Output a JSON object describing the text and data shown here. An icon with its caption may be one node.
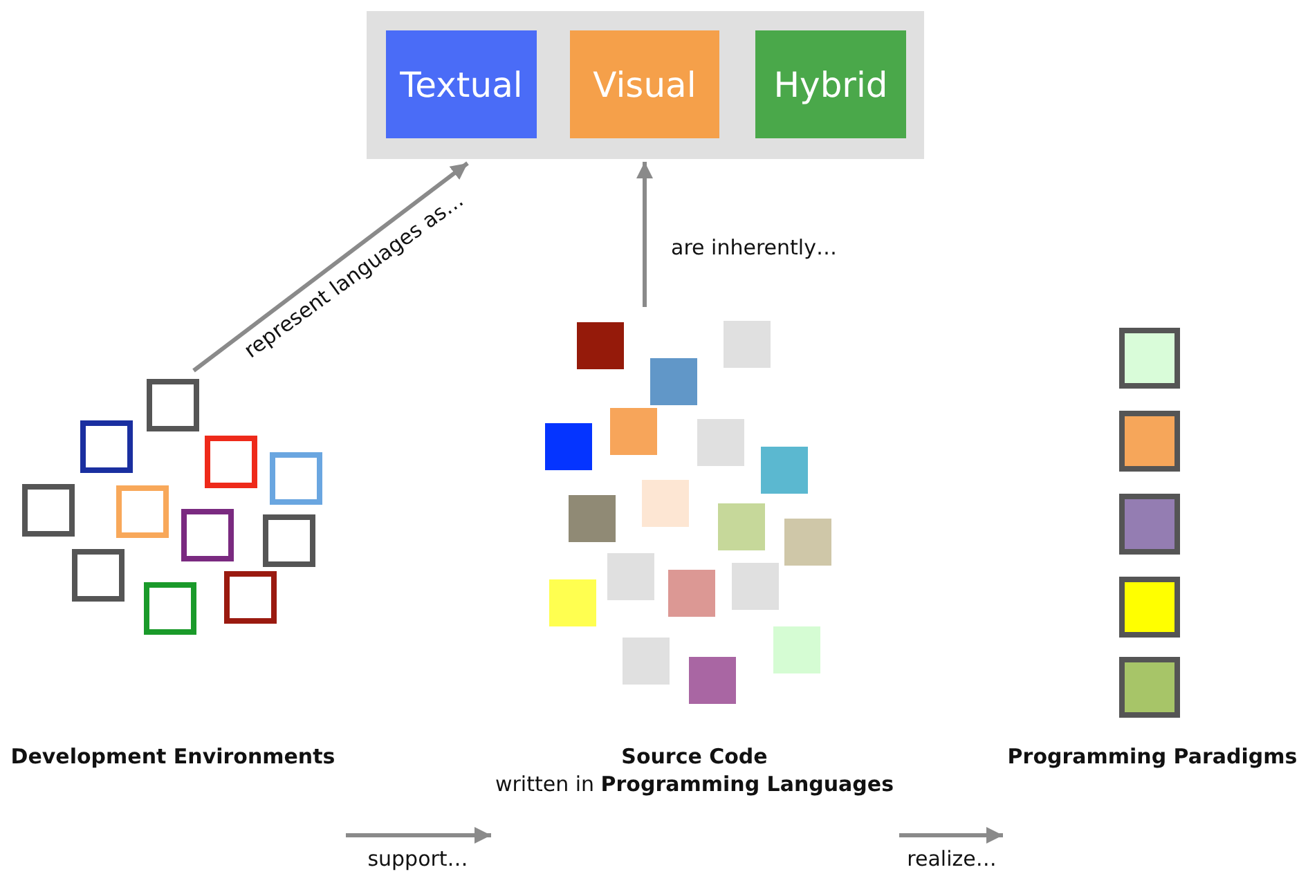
{
  "diagram": {
    "nodes": [
      {
        "text": [],
        "shape": "box"
      },
      {
        "text": [
          "Textual"
        ],
        "in": 0
      },
      {
        "text": [
          "Visual"
        ],
        "in": 0
      },
      {
        "text": [
          "Hybrid"
        ],
        "in": 0
      },
      {
        "text": [
          "Development Environments"
        ]
      },
      {
        "text": [
          "Source Code",
          "written in **Programming Languages**"
        ]
      },
      {
        "text": [
          "Programming Paradigms"
        ]
      },
      {
        "text": [],
        "shape": "box",
        "in": 4
      },
      {
        "text": [],
        "shape": "box",
        "in": 4
      },
      {
        "text": [],
        "shape": "box",
        "in": 4
      },
      {
        "text": [],
        "shape": "box",
        "in": 4
      },
      {
        "text": [],
        "shape": "box",
        "in": 4
      },
      {
        "text": [],
        "shape": "box",
        "in": 4
      },
      {
        "text": [],
        "shape": "box",
        "in": 4
      },
      {
        "text": [],
        "shape": "box",
        "in": 4
      },
      {
        "text": [],
        "shape": "box",
        "in": 4
      },
      {
        "text": [],
        "shape": "box",
        "in": 4
      },
      {
        "text": [],
        "shape": "box",
        "in": 4
      },
      {
        "text": [],
        "shape": "box",
        "in": 5
      },
      {
        "text": [],
        "shape": "box",
        "in": 5
      },
      {
        "text": [],
        "shape": "box",
        "in": 5
      },
      {
        "text": [],
        "shape": "box",
        "in": 5
      },
      {
        "text": [],
        "shape": "box",
        "in": 5
      },
      {
        "text": [],
        "shape": "box",
        "in": 5
      },
      {
        "text": [],
        "shape": "box",
        "in": 5
      },
      {
        "text": [],
        "shape": "box",
        "in": 5
      },
      {
        "text": [],
        "shape": "box",
        "in": 5
      },
      {
        "text": [],
        "shape": "box",
        "in": 5
      },
      {
        "text": [],
        "shape": "box",
        "in": 5
      },
      {
        "text": [],
        "shape": "box",
        "in": 5
      },
      {
        "text": [],
        "shape": "box",
        "in": 5
      },
      {
        "text": [],
        "shape": "box",
        "in": 5
      },
      {
        "text": [],
        "shape": "box",
        "in": 5
      },
      {
        "text": [],
        "shape": "box",
        "in": 5
      },
      {
        "text": [],
        "shape": "box",
        "in": 5
      },
      {
        "text": [],
        "shape": "box",
        "in": 5
      },
      {
        "text": [],
        "shape": "box",
        "in": 6
      },
      {
        "text": [],
        "shape": "box",
        "in": 6
      },
      {
        "text": [],
        "shape": "box",
        "in": 6
      },
      {
        "text": [],
        "shape": "box",
        "in": 6
      },
      {
        "text": [],
        "shape": "box",
        "in": 6
      }
    ],
    "edges": [
      {
        "from": 4,
        "to": 0,
        "arrow": "to",
        "label": "represent languages as…"
      },
      {
        "from": 5,
        "to": 0,
        "arrow": "to",
        "label": "are inherently…"
      },
      {
        "from": 4,
        "to": 5,
        "arrow": "to",
        "label": "support…"
      },
      {
        "from": 5,
        "to": 6,
        "arrow": "to",
        "label": "realize…"
      }
    ]
  }
}
